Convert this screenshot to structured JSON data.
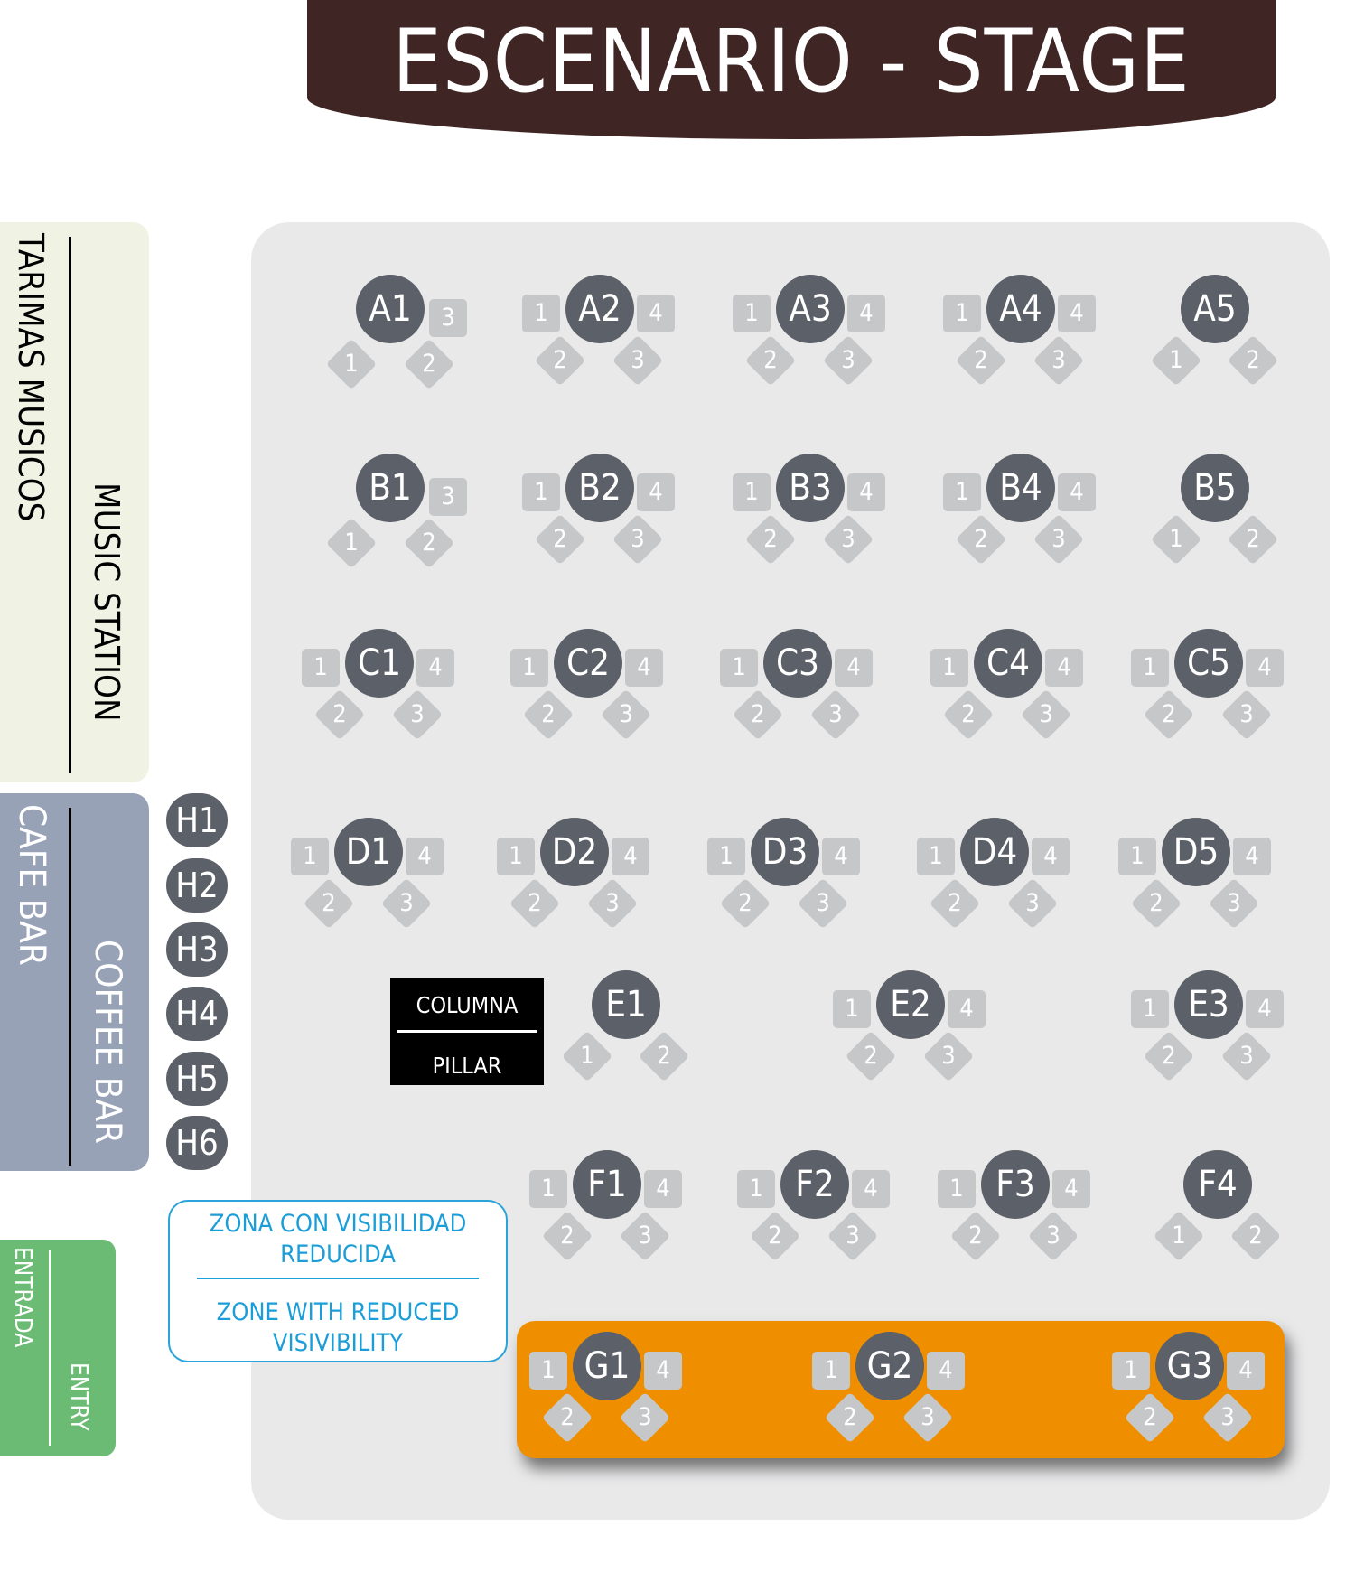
{
  "stage": {
    "title": "ESCENARIO - STAGE"
  },
  "music_station": {
    "es": "TARIMAS MUSICOS",
    "en": "MUSIC  STATION"
  },
  "cafe_bar": {
    "es": "CAFE BAR",
    "en": "COFFEE BAR"
  },
  "entry": {
    "es": "ENTRADA",
    "en": "ENTRY"
  },
  "bar_stools": [
    "H1",
    "H2",
    "H3",
    "H4",
    "H5",
    "H6"
  ],
  "pillar": {
    "es": "COLUMNA",
    "en": "PILLAR"
  },
  "reduced_visibility": {
    "es": "ZONA CON VISIBILIDAD REDUCIDA",
    "en": "ZONE WITH REDUCED VISIVIBILITY"
  },
  "colors": {
    "stage": "#3f2625",
    "table": "#5c6068",
    "seat": "#c6c7c9",
    "floor": "#e9e9ea",
    "reduced_zone": "#ef8f00",
    "music_panel": "#f0f2e4",
    "cafe_panel": "#97a2b7",
    "entry_panel": "#6cbb75",
    "zone_text": "#1b9ed8"
  },
  "tables": [
    {
      "id": "A1",
      "layout": "A1",
      "seats": [
        "1",
        "2",
        "3"
      ],
      "reduced": false
    },
    {
      "id": "A2",
      "layout": "four",
      "seats": [
        "1",
        "2",
        "3",
        "4"
      ],
      "reduced": false
    },
    {
      "id": "A3",
      "layout": "four",
      "seats": [
        "1",
        "2",
        "3",
        "4"
      ],
      "reduced": false
    },
    {
      "id": "A4",
      "layout": "four",
      "seats": [
        "1",
        "2",
        "3",
        "4"
      ],
      "reduced": false
    },
    {
      "id": "A5",
      "layout": "two",
      "seats": [
        "1",
        "2"
      ],
      "reduced": false
    },
    {
      "id": "B1",
      "layout": "A1",
      "seats": [
        "1",
        "2",
        "3"
      ],
      "reduced": false
    },
    {
      "id": "B2",
      "layout": "four",
      "seats": [
        "1",
        "2",
        "3",
        "4"
      ],
      "reduced": false
    },
    {
      "id": "B3",
      "layout": "four",
      "seats": [
        "1",
        "2",
        "3",
        "4"
      ],
      "reduced": false
    },
    {
      "id": "B4",
      "layout": "four",
      "seats": [
        "1",
        "2",
        "3",
        "4"
      ],
      "reduced": false
    },
    {
      "id": "B5",
      "layout": "two",
      "seats": [
        "1",
        "2"
      ],
      "reduced": false
    },
    {
      "id": "C1",
      "layout": "four",
      "seats": [
        "1",
        "2",
        "3",
        "4"
      ],
      "reduced": false
    },
    {
      "id": "C2",
      "layout": "four",
      "seats": [
        "1",
        "2",
        "3",
        "4"
      ],
      "reduced": false
    },
    {
      "id": "C3",
      "layout": "four",
      "seats": [
        "1",
        "2",
        "3",
        "4"
      ],
      "reduced": false
    },
    {
      "id": "C4",
      "layout": "four",
      "seats": [
        "1",
        "2",
        "3",
        "4"
      ],
      "reduced": false
    },
    {
      "id": "C5",
      "layout": "four",
      "seats": [
        "1",
        "2",
        "3",
        "4"
      ],
      "reduced": false
    },
    {
      "id": "D1",
      "layout": "four",
      "seats": [
        "1",
        "2",
        "3",
        "4"
      ],
      "reduced": false
    },
    {
      "id": "D2",
      "layout": "four",
      "seats": [
        "1",
        "2",
        "3",
        "4"
      ],
      "reduced": false
    },
    {
      "id": "D3",
      "layout": "four",
      "seats": [
        "1",
        "2",
        "3",
        "4"
      ],
      "reduced": false
    },
    {
      "id": "D4",
      "layout": "four",
      "seats": [
        "1",
        "2",
        "3",
        "4"
      ],
      "reduced": false
    },
    {
      "id": "D5",
      "layout": "four",
      "seats": [
        "1",
        "2",
        "3",
        "4"
      ],
      "reduced": false
    },
    {
      "id": "E1",
      "layout": "two",
      "seats": [
        "1",
        "2"
      ],
      "reduced": false
    },
    {
      "id": "E2",
      "layout": "four",
      "seats": [
        "1",
        "2",
        "3",
        "4"
      ],
      "reduced": false
    },
    {
      "id": "E3",
      "layout": "four",
      "seats": [
        "1",
        "2",
        "3",
        "4"
      ],
      "reduced": false
    },
    {
      "id": "F1",
      "layout": "four",
      "seats": [
        "1",
        "2",
        "3",
        "4"
      ],
      "reduced": false
    },
    {
      "id": "F2",
      "layout": "four",
      "seats": [
        "1",
        "2",
        "3",
        "4"
      ],
      "reduced": false
    },
    {
      "id": "F3",
      "layout": "four",
      "seats": [
        "1",
        "2",
        "3",
        "4"
      ],
      "reduced": false
    },
    {
      "id": "F4",
      "layout": "two",
      "seats": [
        "1",
        "2"
      ],
      "reduced": false
    },
    {
      "id": "G1",
      "layout": "four",
      "seats": [
        "1",
        "2",
        "3",
        "4"
      ],
      "reduced": true
    },
    {
      "id": "G2",
      "layout": "four",
      "seats": [
        "1",
        "2",
        "3",
        "4"
      ],
      "reduced": true
    },
    {
      "id": "G3",
      "layout": "four",
      "seats": [
        "1",
        "2",
        "3",
        "4"
      ],
      "reduced": true
    }
  ]
}
